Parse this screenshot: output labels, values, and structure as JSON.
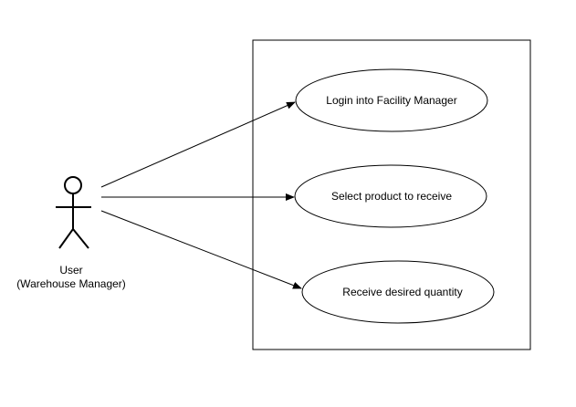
{
  "actor": {
    "name": "User",
    "role": "(Warehouse Manager)"
  },
  "use_cases": [
    {
      "label": "Login into Facility Manager"
    },
    {
      "label": "Select product to receive"
    },
    {
      "label": "Receive desired quantity"
    }
  ],
  "colors": {
    "stroke": "#000000",
    "background": "#ffffff"
  }
}
